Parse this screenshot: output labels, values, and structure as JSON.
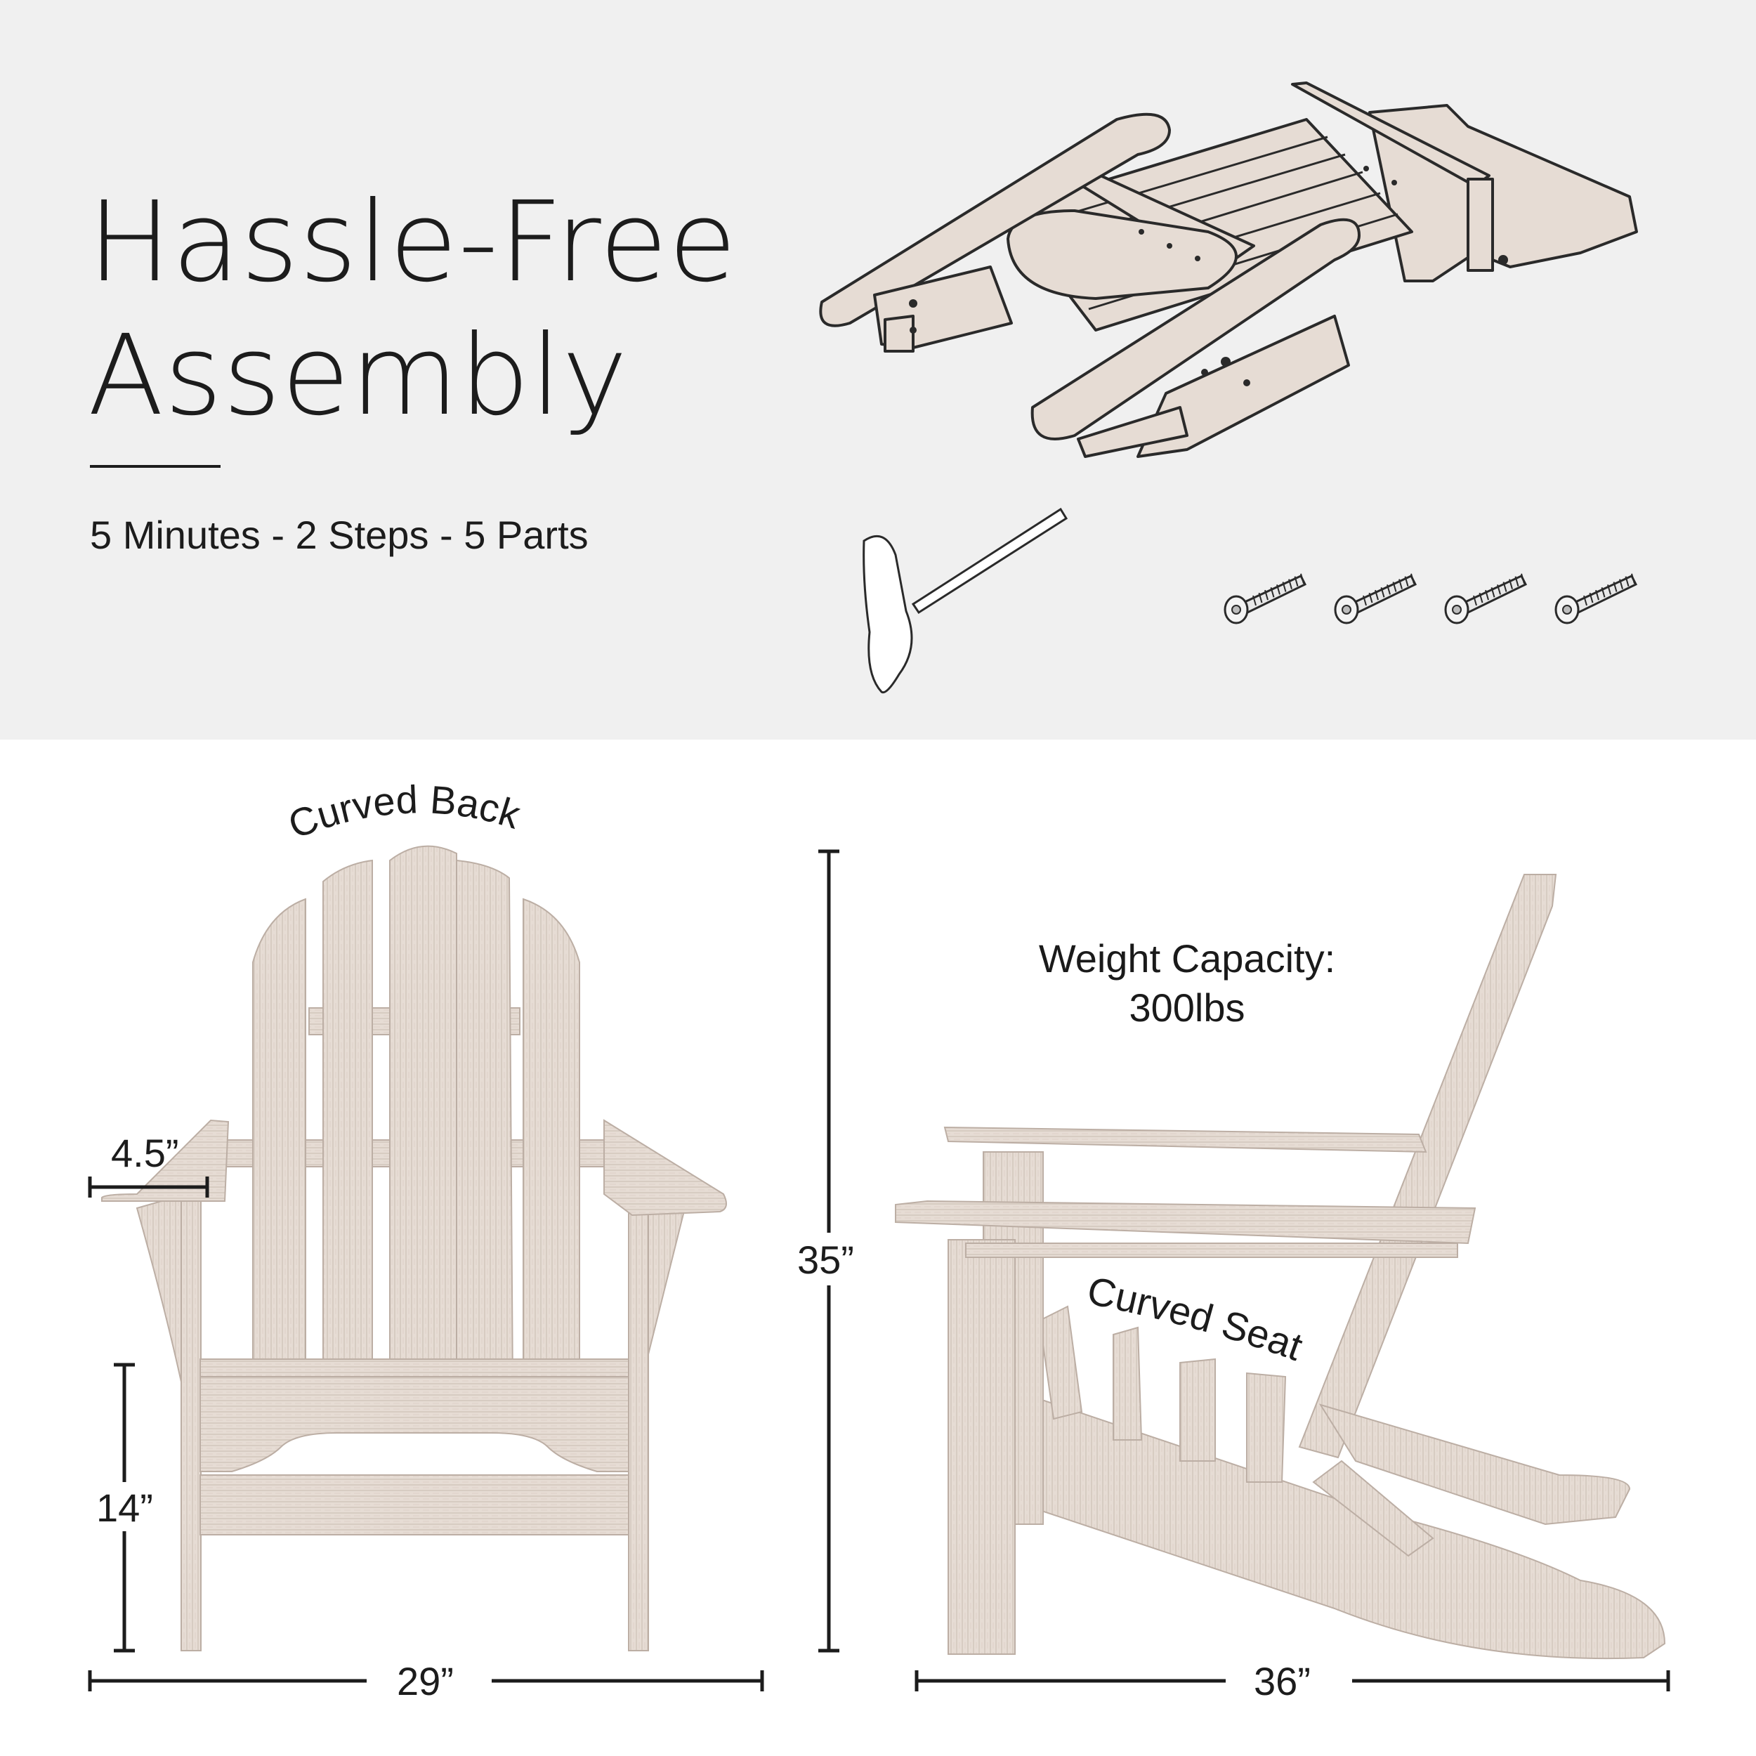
{
  "headline": {
    "line1": "Hassle-Free",
    "line2": "Assembly"
  },
  "subhead": "5 Minutes - 2 Steps - 5 Parts",
  "features": {
    "back_label": "Curved Back",
    "seat_label": "Curved Seat",
    "weight_label": "Weight Capacity:",
    "weight_value": "300lbs"
  },
  "dimensions": {
    "armrest_width": "4.5”",
    "seat_height": "14”",
    "overall_height": "35”",
    "width": "29”",
    "depth": "36”"
  },
  "parts": {
    "tool_icon": "t-handle-hex-key-icon",
    "bolt_icon": "bolt-icon",
    "bolt_count": 4
  },
  "colors": {
    "top_panel": "#f0f0f0",
    "wood": "#e6dcd4",
    "wood_shadow": "#cdbfb5",
    "outline": "#2a2a2a",
    "text": "#1c1c1c"
  }
}
